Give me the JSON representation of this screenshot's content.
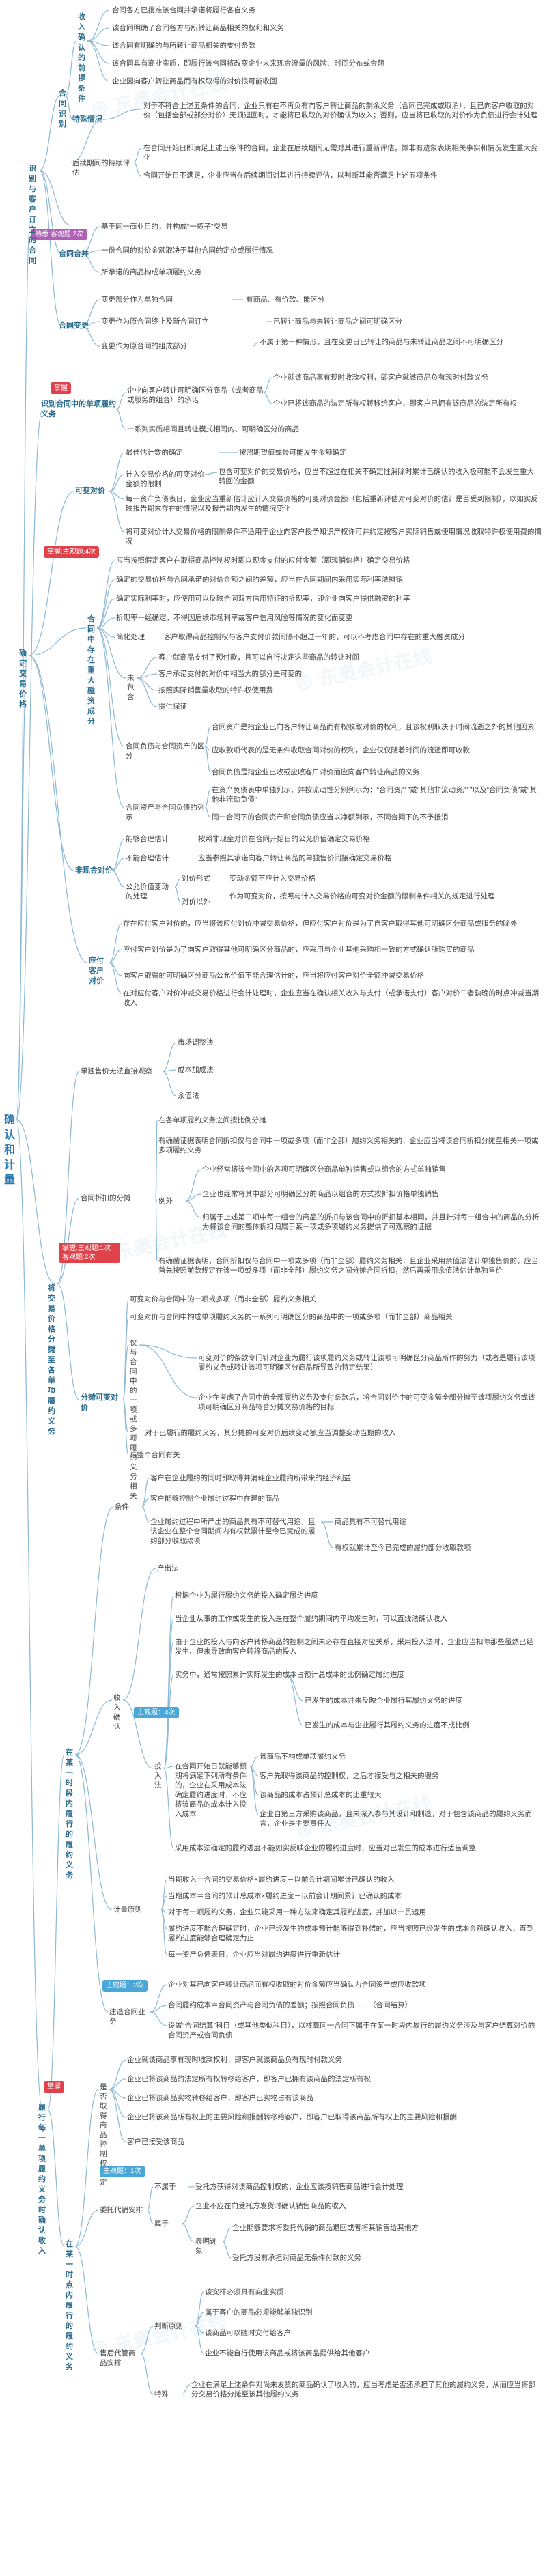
{
  "root": "确认和计量",
  "branches": [
    {
      "key": "b1",
      "title": "识别与客户订立的合同",
      "tag": "熟悉:客观题:2次"
    },
    {
      "key": "b2",
      "title": "识别合同中的单项履约义务",
      "tag": "掌握"
    },
    {
      "key": "b3",
      "title": "确定交易价格",
      "tag": "掌握:主观题:4次"
    },
    {
      "key": "b4",
      "title": "将交易价格分摊至各单项履约义务",
      "tag": "掌握:主观题:1次 客观题:2次"
    },
    {
      "key": "b5",
      "title": "履行每一单项履约义务时确认收入",
      "tag": "掌握"
    }
  ],
  "sub": {
    "hetong": "合同识别",
    "tiaojian": "收入确认的前提条件",
    "teshu": "特殊情况",
    "hebing": "合同合并",
    "biangeng": "合同变更",
    "kebian": "可变对价",
    "zhongda": "合同中存在重大融资成分",
    "feixianjin": "非现金对价",
    "yingfu": "应付客户对价",
    "danduo": "单独售价",
    "fentan": "分摊可变对价",
    "shiduan": "在某一时段内履行的履约义务",
    "shidian": "在某一时点内履行的履约义务"
  },
  "texts": {
    "c1": "合同各方已批准该合同并承诺将履行各自义务",
    "c2": "该合同明确了合同各方与所转让商品相关的权利和义务",
    "c3": "该合同有明确的与所转让商品相关的支付条款",
    "c4": "该合同具有商业实质，即履行该合同将改变企业未来现金流量的风险、时间分布或金额",
    "c5": "企业因向客户转让商品而有权取得的对价很可能收回",
    "s1": "对于不符合上述五条件的合同，企业只有在不再负有向客户转让商品的剩余义务（合同已完成或取消），且已向客户收取的对价（包括全部或部分对价）无须退回时，才能将已收取的对价确认为收入；否则，应当将已收取的对价作为负债进行会计处理",
    "s2": "在合同开始日即满足上述五条件的合同，企业在后续期间无需对其进行重新评估，除非有迹象表明相关事实和情况发生重大变化",
    "s3": "合同开始日不满足，企业应当在后续期间对其进行持续评估，以判断其能否满足上述五项条件",
    "s2h": "后续期间的持续评估",
    "m0": "基于同一商业目的，并构成“一揽子”交易",
    "m1": "一份合同的对价金额取决于其他合同的定价或履行情况",
    "m2": "所承诺的商品构成单项履约义务",
    "v1": "变更部分作为单独合同",
    "v1b": "有商品、有价款、能区分",
    "v2": "变更作为原合同终止及新合同订立",
    "v2b": "已转让商品与未转让商品之间可明确区分",
    "v3": "变更作为原合同的组成部分",
    "v3b": "不属于第一种情形，且在变更日已转让的商品与未转让商品之间不可明确区分",
    "d1": "企业向客户转让可明确区分商品（或者商品或服务的组合）的承诺",
    "d1a": "企业就该商品享有现时收款权利，即客户就该商品负有现时付款义务",
    "d1b": "企业已将该商品的法定所有权转移给客户，即客户已拥有该商品的法定所有权",
    "d2": "一系列实质相同且转让模式相同的、可明确区分的商品",
    "k1": "最佳估计数的确定",
    "k1a": "按照期望值或最可能发生金额确定",
    "k2": "计入交易价格的可变对价金额的限制",
    "k2a": "包含可变对价的交易价格，应当不超过在相关不确定性消除时累计已确认的收入极可能不会发生重大转回的金额",
    "k3": "每一资产负债表日，企业应当重新估计应计入交易价格的可变对价金额（包括重新评估对可变对价的估计是否受到限制），以如实反映报告期末存在的情况以及报告期内发生的情况变化",
    "k4": "将可变对价计入交易价格的限制条件不适用于企业向客户授予知识产权许可并约定按客户实际销售或使用情况收取特许权使用费的情况",
    "z0": "应当按照假定客户在取得商品控制权时即以现金支付的应付金额（即现销价格）确定交易价格",
    "z1": "确定的交易价格与合同承诺的对价金额之间的差额，应当在合同期间内采用实际利率法摊销",
    "z2": "确定实际利率时，应使用可以反映合同双方信用特征的折现率，即企业向客户提供融资的利率",
    "z3": "折现率一经确定，不得因后续市场利率或客户信用风险等情况的变化而变更",
    "z4h": "简化处理",
    "z4": "客户取得商品控制权与客户支付价款间隔不超过一年的，可以不考虑合同中存在的重大融资成分",
    "z5h": "未包含",
    "z5a": "客户就商品支付了预付款，且可以自行决定这些商品的转让时间",
    "z5b": "客户承诺支付的对价中相当大的部分是可变的",
    "z5c": "按照实际销售量收取的特许权使用费",
    "z5d": "提供保证",
    "z6h": "合同负债与合同资产的区分",
    "z6a": "合同资产是指企业已向客户转让商品而有权收取对价的权利，且该权利取决于时间流逝之外的其他因素",
    "z6b": "应收款项代表的是无条件收取合同对价的权利，企业仅仅随着时间的流逝即可收款",
    "z6c": "合同负债是指企业已收或应收客户对价而应向客户转让商品的义务",
    "z7h": "合同资产与合同负债的列示",
    "z7a": "在资产负债表中单独列示，并按流动性分别列示为：“合同资产”或“其他非流动资产”以及“合同负债”或“其他非流动负债”",
    "z7b": "同一合同下的合同资产和合同负债应当以净额列示，不同合同下的不予抵消",
    "f1": "能够合理估计",
    "f1a": "按照非现金对价在合同开始日的公允价值确定交易价格",
    "f2": "不能合理估计",
    "f2a": "应当参照其承诺向客户转让商品的单独售价间接确定交易价格",
    "f3": "公允价值变动的处理",
    "f3a": "对价形式",
    "f3b": "变动金额不应计入交易价格",
    "f3c": "对价以外",
    "f3d": "作为可变对价，按照与计入交易价格的可变对价金额的限制条件相关的规定进行处理",
    "y1": "存在应付客户对价的，应当将该应付对价冲减交易价格，但应付客户对价是为了自客户取得其他可明确区分商品或服务的除外",
    "y2": "应付客户对价是为了向客户取得其他可明确区分商品的，应采用与企业其他采购相一致的方式确认所购买的商品",
    "y3": "向客户取得的可明确区分商品公允价值不能合理估计的，应当将应付客户对价全额冲减交易价格",
    "y4": "在对应付客户对价冲减交易价格进行会计处理时，企业应当在确认相关收入与支付（或承诺支付）客户对价二者孰晚的时点冲减当期收入",
    "a1": "单独售价无法直接观察",
    "a1a": "市场调整法",
    "a1b": "成本加成法",
    "a1c": "余值法",
    "a2": "合同折扣的分摊",
    "a2a": "在各单项履约义务之间按比例分摊",
    "a2b": "有确凿证据表明合同折扣仅与合同中一项或多项（而非全部）履约义务相关的，企业应当将该合同折扣分摊至相关一项或多项履约义务",
    "a2h": "例外",
    "a2c": "企业经常将该合同中的各项可明确区分商品单独销售或以组合的方式单独销售",
    "a2d": "企业也经常将其中部分可明确区分的商品以组合的方式按折扣价格单独销售",
    "a2e": "归属于上述第二项中每一组合的商品的折扣与该合同中的折扣基本相同，并且针对每一组合中的商品的分析为将该合同的整体折扣归属于某一项或多项履约义务提供了可观察的证据",
    "a2f": "有确凿证据表明，合同折扣仅与合同中一项或多项（而非全部）履约义务相关，且企业采用余值法估计单独售价的，应当首先按照前款规定在该一项或多项（而非全部）履约义务之间分摊合同折扣，然后再采用余值法估计单独售价",
    "p1": "可变对价与合同中的一项或多项（而非全部）履约义务相关",
    "p2": "可变对价与合同中构成单项履约义务的一系列可明确区分的商品中的一项或多项（而非全部）商品相关",
    "p3h": "仅与合同中的一项或多项履约义务相关",
    "p3a": "可变对价的条款专门针对企业为履行该项履约义务或转让该项可明确区分商品所作的努力（或者是履行该项履约义务或转让该项可明确区分商品所导致的特定结果）",
    "p3b": "企业在考虑了合同中的全部履约义务及支付条款后，将合同对价中的可变金额全部分摊至该项履约义务或该项可明确区分商品符合分摊交易价格的目标",
    "p4": "对于已履行的履约义务，其分摊的可变对价后续变动额应当调整变动当期的收入",
    "p5": "与整个合同有关",
    "t1h": "条件",
    "t1a": "客户在企业履约的同时即取得并消耗企业履约所带来的经济利益",
    "t1b": "客户能够控制企业履约过程中在建的商品",
    "t1c": "企业履约过程中所产出的商品具有不可替代用途，且该企业在整个合同期间内有权就累计至今已完成的履约部分收取款项",
    "t1d": "商品具有不可替代用途",
    "t1e": "有权就累计至今已完成的履约部分收取款项",
    "t2h": "收入确认",
    "t2o": "产出法",
    "t2i": "投入法",
    "t2a": "根据企业为履行履约义务的投入确定履约进度",
    "t2b": "当企业从事的工作或发生的投入是在整个履约期间内平均发生时，可以直线法确认收入",
    "t2c": "由于企业的投入与向客户转移商品的控制之间未必存在直接对应关系，采用投入法时，企业应当扣除那些虽然已经发生、但未导致向客户转移商品的投入",
    "t2d": "实务中，通常按照累计实际发生的成本占预计总成本的比例确定履约进度",
    "t2e": "已发生的成本并未反映企业履行其履约义务的进度",
    "t2f": "已发生的成本与企业履行其履约义务的进度不成比例",
    "t2g": "在合同开始日就能够预期将满足下列所有条件的，企业在采用成本法确定履约进度时，不应将该商品的成本计入投入成本",
    "t2j": "该商品不构成单项履约义务",
    "t2k": "客户先取得该商品的控制权，之后才接受与之相关的服务",
    "t2l": "该商品的成本占预计总成本的比重较大",
    "t2m": "企业自第三方采购该商品，且未深入参与其设计和制造，对于包含该商品的履约义务而言，企业是主要责任人",
    "t2n": "采用成本法确定的履约进度不能如实反映企业的履约进度时，应当对已发生的成本进行适当调整",
    "t3h": "计量原则",
    "t3a": "当期收入＝合同的交易价格×履约进度－以前会计期间累计已确认的收入",
    "t3b": "当期成本＝合同的预计总成本×履约进度－以前会计期间累计已确认的成本",
    "t3c": "对于每一项履约义务，企业只能采用一种方法来确定其履约进度，并加以一贯运用",
    "t3d": "履约进度不能合理确定时，企业已经发生的成本预计能够得到补偿的，应当按照已经发生的成本金额确认收入，直到履约进度能够合理确定为止",
    "t3e": "每一资产负债表日，企业应当对履约进度进行重新估计",
    "t4h": "建造合同业务",
    "t4a": "企业对其已向客户转让商品而有权收取的对价金额应当确认为合同资产或应收款项",
    "t4b": "合同履约成本＝合同资产与合同负债的差额；按照合同负债……（合同结算）",
    "t4c": "设置“合同结算”科目（或其他类似科目），以核算同一合同下属于在某一时段内履行的履约义务涉及与客户结算对价的合同资产或合同负债",
    "d1h": "是否取得商品控制权判定",
    "d1c": "企业已将该商品实物转移给客户，即客户已实物占有该商品",
    "d1d": "企业已将该商品所有权上的主要风险和报酬转移给客户，即客户已取得该商品所有权上的主要风险和报酬",
    "d1e": "客户已接受该商品",
    "d2h": "委托代销安排",
    "d2a": "不属于",
    "d2b": "受托方获得对该商品控制权的，企业应该按销售商品进行会计处理",
    "d2c": "属于",
    "d2d": "企业不应在向受托方发货时确认销售商品的收入",
    "d2e": "表明迹象",
    "d2f": "企业能够要求将委托代销的商品退回或者将其销售给其他方",
    "d2g": "受托方没有承担对商品无条件付款的义务",
    "d3h": "售后代管商品安排",
    "d3i": "判断原则",
    "d3a": "该安排必须具有商业实质",
    "d3b": "属于客户的商品必须能够单独识别",
    "d3c": "该商品可以随时交付给客户",
    "d3d": "企业不能自行使用该商品或将该商品提供给其他客户",
    "d3e": "特殊",
    "d3f": "企业在满足上述条件对尚未发货的商品确认了收入的，应当考虑是否还承担了其他的履约义务，从而应当将部分交易价格分摊至该其他履约义务"
  },
  "colors": {
    "line": "#8cb9d6",
    "accent": "#e0424c",
    "blue": "#4aa8d8"
  }
}
